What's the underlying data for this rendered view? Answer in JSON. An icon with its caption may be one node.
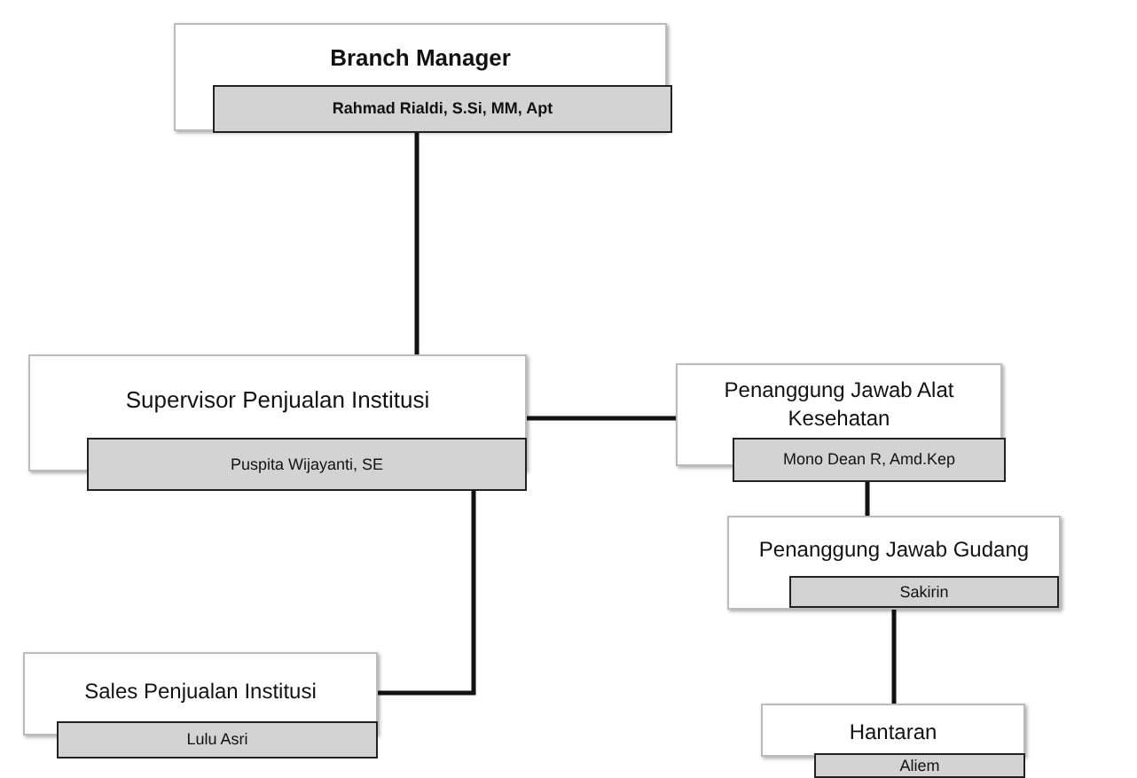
{
  "diagram": {
    "nodes": [
      {
        "text": [
          "Branch Manager",
          "Rahmad Rialdi, S.Si, MM, Apt"
        ]
      },
      {
        "text": [
          "Supervisor Penjualan Institusi",
          "Puspita Wijayanti, SE"
        ]
      },
      {
        "text": [
          "Penanggung Jawab Alat Kesehatan",
          "Mono Dean R, Amd.Kep"
        ]
      },
      {
        "text": [
          "Penanggung Jawab Gudang",
          "Sakirin"
        ]
      },
      {
        "text": [
          "Sales Penjualan Institusi",
          "Lulu Asri"
        ]
      },
      {
        "text": [
          "Hantaran",
          "Aliem"
        ]
      }
    ],
    "edges": [
      {
        "from": 0,
        "to": 1,
        "arrow": "none"
      },
      {
        "from": 1,
        "to": 2,
        "arrow": "none"
      },
      {
        "from": 1,
        "to": 4,
        "arrow": "none"
      },
      {
        "from": 2,
        "to": 3,
        "arrow": "none"
      },
      {
        "from": 3,
        "to": 5,
        "arrow": "none"
      }
    ]
  }
}
